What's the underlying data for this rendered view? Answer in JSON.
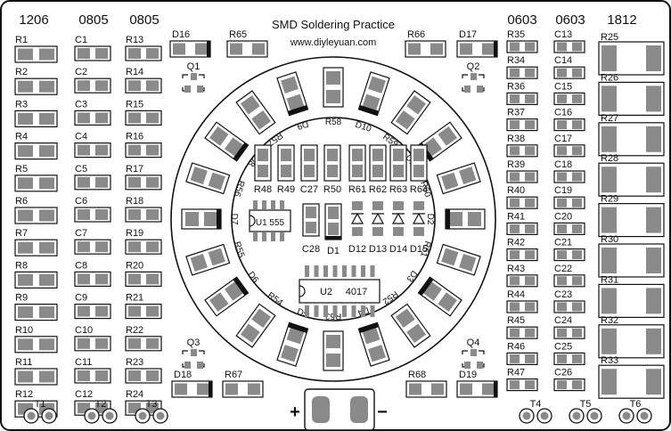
{
  "header": {
    "title": "SMD Soldering Practice",
    "url": "www.diyleyuan.com",
    "size_1206": "1206",
    "size_0805_a": "0805",
    "size_0805_b": "0805",
    "size_0603_a": "0603",
    "size_0603_b": "0603",
    "size_1812": "1812"
  },
  "columns": {
    "col1": [
      "R1",
      "R2",
      "R3",
      "R4",
      "R5",
      "R6",
      "R7",
      "R8",
      "R9",
      "R10",
      "R11",
      "R12"
    ],
    "col2": [
      "C1",
      "C2",
      "C3",
      "C4",
      "C5",
      "C6",
      "C7",
      "C8",
      "C9",
      "C10",
      "C11",
      "C12"
    ],
    "col3": [
      "R13",
      "R14",
      "R15",
      "R16",
      "R17",
      "R18",
      "R19",
      "R20",
      "R21",
      "R22",
      "R23",
      "R24"
    ],
    "col4": [
      "R35",
      "R34",
      "R36",
      "R37",
      "R38",
      "R39",
      "R40",
      "R41",
      "R42",
      "R43",
      "R44",
      "R45",
      "R46",
      "R47"
    ],
    "col5": [
      "C13",
      "C14",
      "C15",
      "C16",
      "C17",
      "C18",
      "C19",
      "C20",
      "C21",
      "C22",
      "C23",
      "C24",
      "C25",
      "C26"
    ],
    "col6": [
      "R25",
      "R26",
      "R27",
      "R28",
      "R29",
      "R30",
      "R31",
      "R32",
      "R33"
    ]
  },
  "ring": {
    "labels": [
      "R58",
      "D10",
      "R59",
      "D11",
      "R60",
      "D2",
      "R51",
      "D3",
      "R52",
      "D4",
      "R53",
      "D5",
      "R54",
      "D6",
      "R55",
      "D7",
      "R56",
      "D8",
      "R57",
      "D9"
    ]
  },
  "top_parts": [
    "D16",
    "R65",
    "R66",
    "D17"
  ],
  "bottom_parts": [
    "D18",
    "R67",
    "R68",
    "D19"
  ],
  "transistors": [
    "Q1",
    "Q2",
    "Q3",
    "Q4"
  ],
  "center": {
    "resistors": [
      "R48",
      "R49",
      "C27",
      "R50",
      "R61",
      "R62",
      "R63",
      "R64"
    ],
    "u1_label": "U1 555",
    "c28": "C28",
    "d1": "D1",
    "diodes": [
      "D12",
      "D13",
      "D14",
      "D15"
    ],
    "u2_label": "U2",
    "u2_part": "4017"
  },
  "terminals": [
    "T1",
    "T2",
    "T3",
    "T4",
    "T5",
    "T6"
  ],
  "battery": {
    "plus": "+",
    "minus": "−"
  }
}
